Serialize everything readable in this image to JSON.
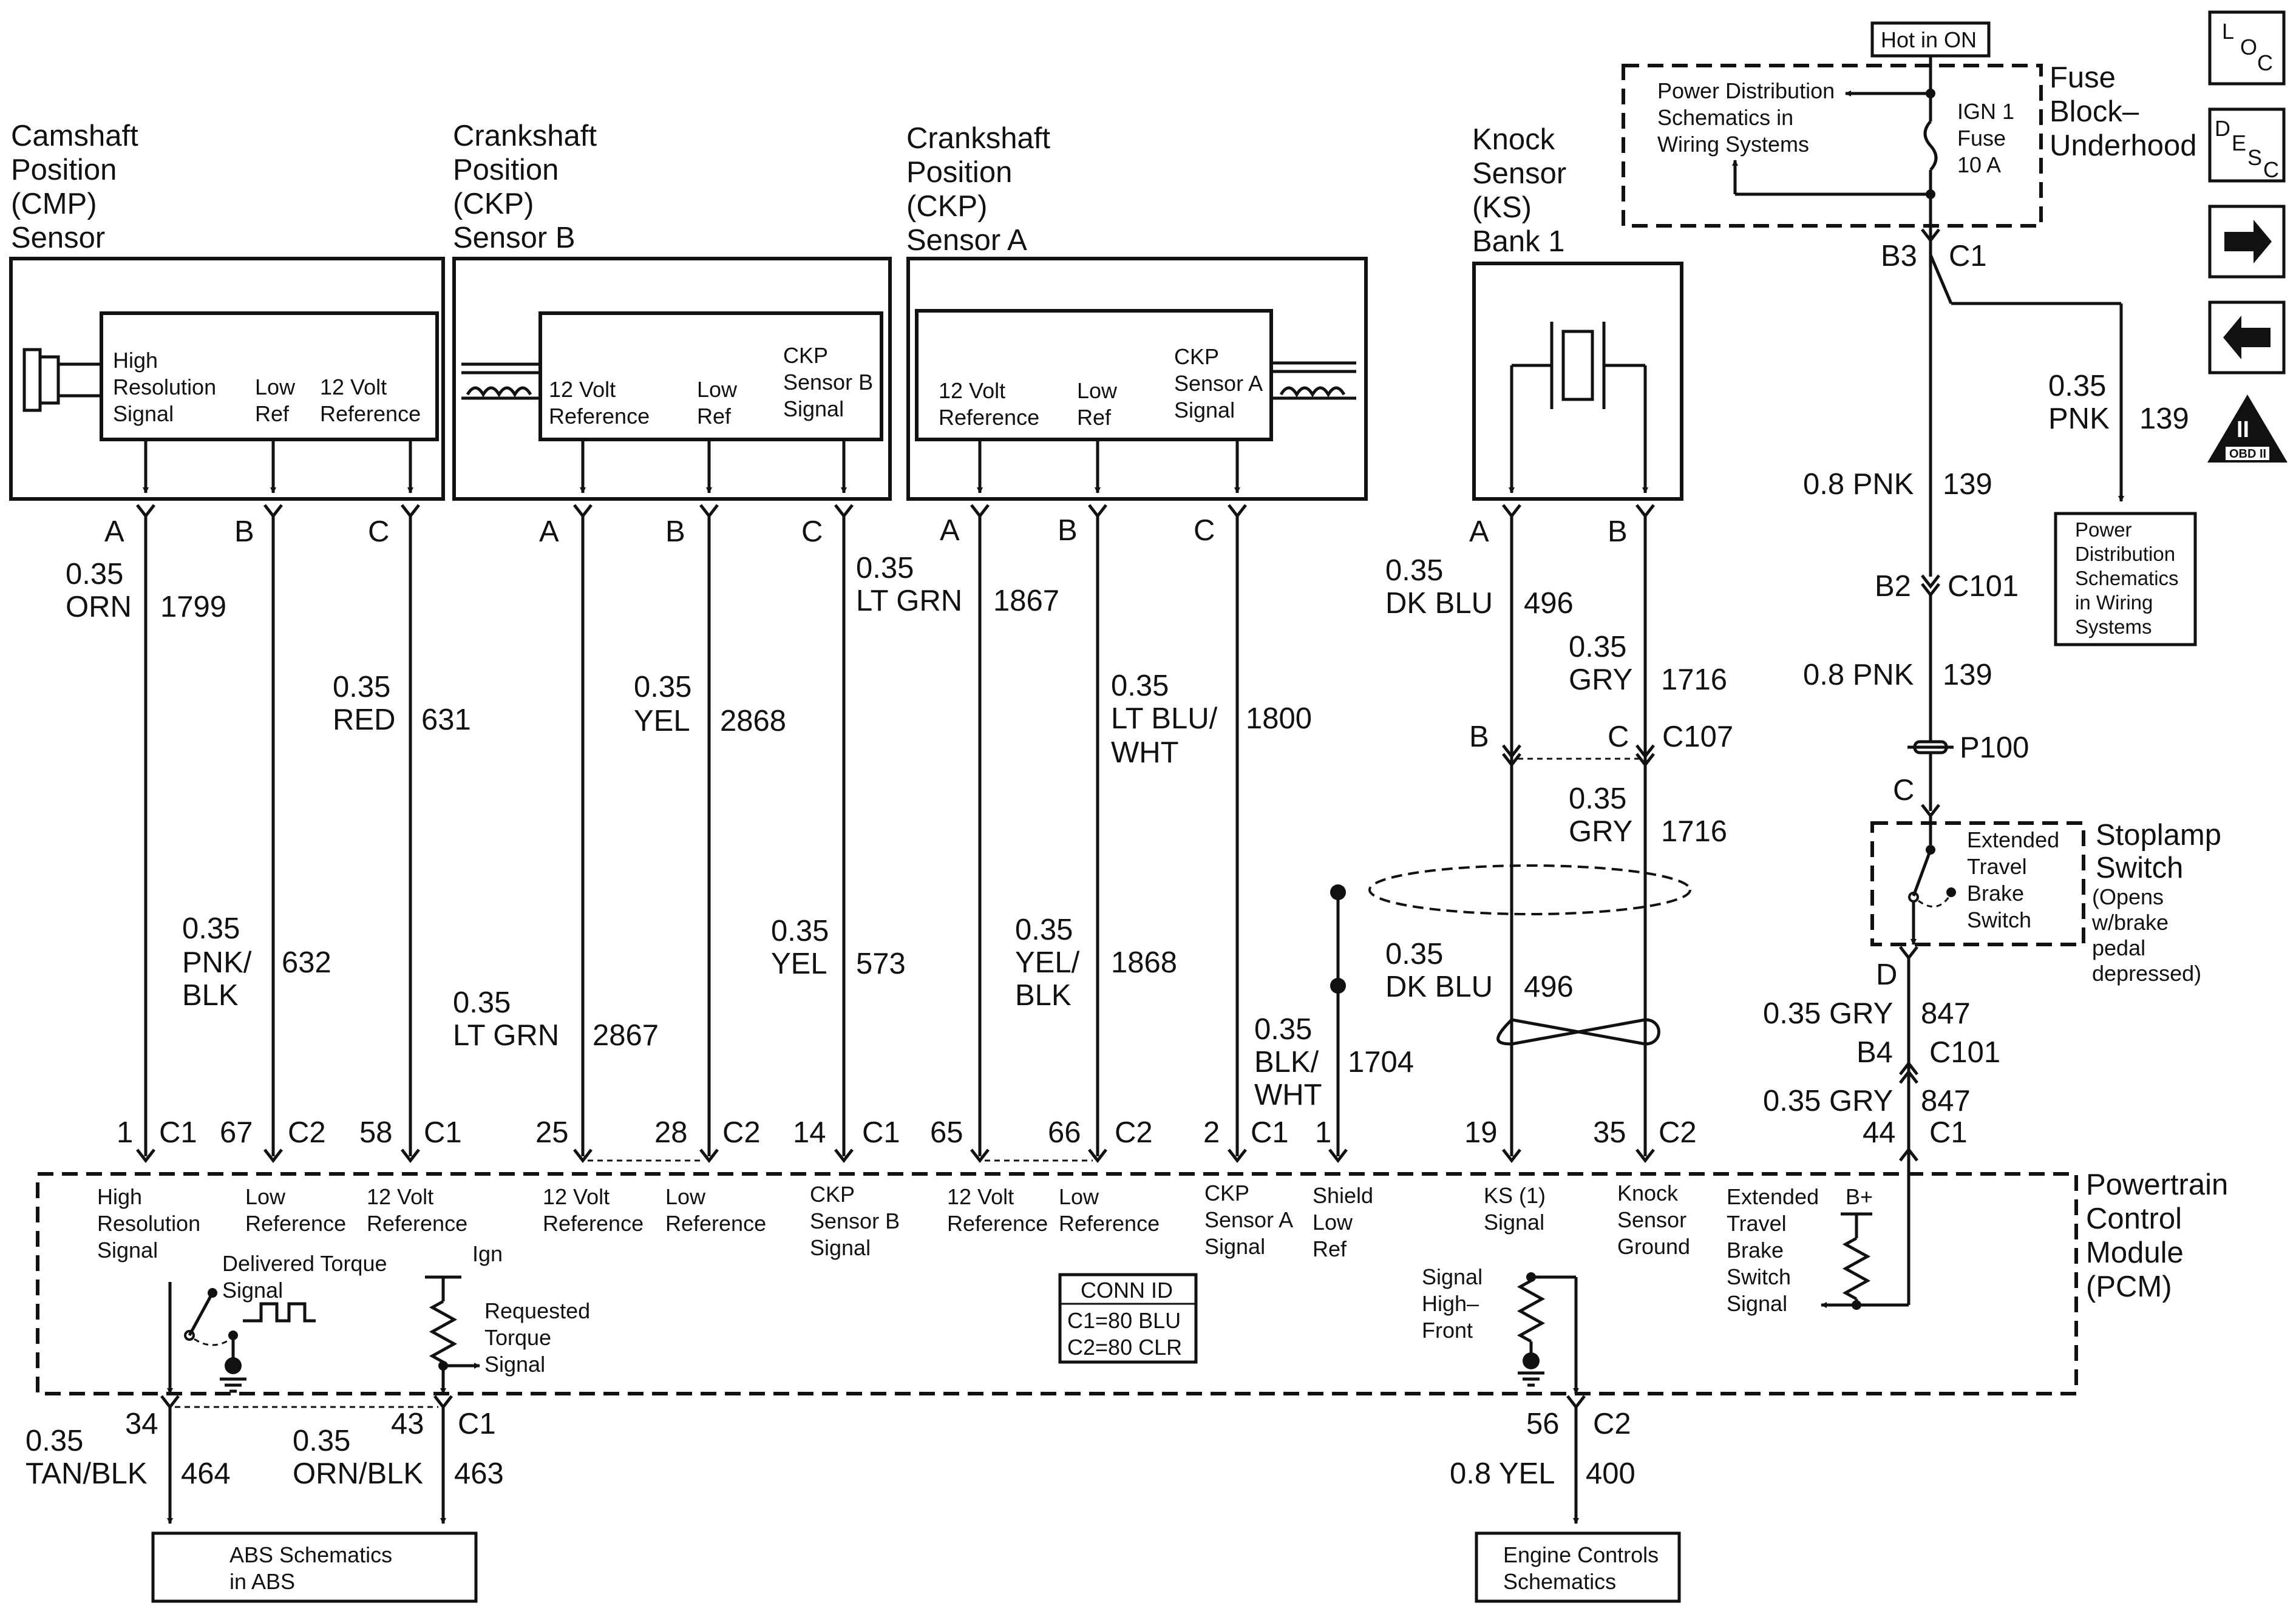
{
  "titles": {
    "cmp": [
      "Camshaft",
      "Position",
      "(CMP)",
      "Sensor"
    ],
    "ckpb": [
      "Crankshaft",
      "Position",
      "(CKP)",
      "Sensor B"
    ],
    "ckpa": [
      "Crankshaft",
      "Position",
      "(CKP)",
      "Sensor A"
    ],
    "ks": [
      "Knock",
      "Sensor",
      "(KS)",
      "Bank 1"
    ],
    "fuse_block": [
      "Fuse",
      "Block–",
      "Underhood"
    ],
    "stoplamp": [
      "Stoplamp",
      "Switch"
    ],
    "stoplamp_note": [
      "(Opens",
      "w/brake",
      "pedal",
      "depressed)"
    ],
    "pcm": [
      "Powertrain",
      "Control",
      "Module",
      "(PCM)"
    ]
  },
  "hot_in_on": "Hot in ON",
  "nav": {
    "loc": {
      "a": "L",
      "b": "O",
      "c": "C"
    },
    "desc": {
      "a": "D",
      "b": "E",
      "c": "S",
      "d": "C"
    },
    "obd": {
      "top": "II",
      "bottom": "OBD II"
    }
  },
  "fuse": {
    "label": [
      "IGN 1",
      "Fuse",
      "10 A"
    ],
    "pds": [
      "Power Distribution",
      "Schematics in",
      "Wiring Systems"
    ]
  },
  "sensor_pins": {
    "cmp": [
      [
        "High",
        "Resolution",
        "Signal"
      ],
      [
        "Low",
        "Ref"
      ],
      [
        "12 Volt",
        "Reference"
      ]
    ],
    "ckpb": [
      [
        "12 Volt",
        "Reference"
      ],
      [
        "Low",
        "Ref"
      ],
      [
        "CKP",
        "Sensor B",
        "Signal"
      ]
    ],
    "ckpa": [
      [
        "12 Volt",
        "Reference"
      ],
      [
        "Low",
        "Ref"
      ],
      [
        "CKP",
        "Sensor A",
        "Signal"
      ]
    ]
  },
  "wires": {
    "cmp_a": {
      "pin": "A",
      "size": "0.35",
      "color": "ORN",
      "circuit": "1799"
    },
    "cmp_b": {
      "pin": "B",
      "size": "0.35",
      "color": [
        "PNK/",
        "BLK"
      ],
      "circuit": "632"
    },
    "cmp_c": {
      "pin": "C",
      "size": "0.35",
      "color": "RED",
      "circuit": "631"
    },
    "ckpb_a": {
      "pin": "A",
      "size": "0.35",
      "color": "LT GRN",
      "circuit": "2867"
    },
    "ckpb_b": {
      "pin": "B",
      "size": "0.35",
      "color": "YEL",
      "circuit": "2868"
    },
    "ckpb_c": {
      "pin": "C",
      "size": "0.35",
      "color": "YEL",
      "circuit": "573"
    },
    "ckpa_a": {
      "pin": "A",
      "size": "0.35",
      "color": "LT GRN",
      "circuit": "1867"
    },
    "ckpa_b": {
      "pin": "B",
      "size": "0.35",
      "color": [
        "YEL/",
        "BLK"
      ],
      "circuit": "1868"
    },
    "ckpa_c": {
      "pin": "C",
      "size": "0.35",
      "color": [
        "LT BLU/",
        "WHT"
      ],
      "circuit": "1800"
    },
    "ks_a": {
      "pin": "A",
      "size": "0.35",
      "color": "DK BLU",
      "circuit": "496"
    },
    "ks_b": {
      "pin": "B",
      "size": "0.35",
      "color": "GRY",
      "circuit": "1716"
    },
    "ks_a2": {
      "size": "0.35",
      "color": "DK BLU",
      "circuit": "496"
    },
    "ks_b2": {
      "size": "0.35",
      "color": "GRY",
      "circuit": "1716"
    },
    "shield": {
      "size": "0.35",
      "color": [
        "BLK/",
        "WHT"
      ],
      "circuit": "1704"
    },
    "pnk_branch": {
      "size": "0.35",
      "color": "PNK",
      "circuit": "139"
    },
    "pnk_1": {
      "text": "0.8 PNK",
      "circuit": "139"
    },
    "pnk_2": {
      "text": "0.8 PNK",
      "circuit": "139"
    },
    "gry_1": {
      "text": "0.35 GRY",
      "circuit": "847"
    },
    "gry_2": {
      "text": "0.35 GRY",
      "circuit": "847"
    },
    "tan": {
      "size": "0.35",
      "color": "TAN/BLK",
      "circuit": "464"
    },
    "orn_blk": {
      "size": "0.35",
      "color": "ORN/BLK",
      "circuit": "463"
    },
    "yel_08": {
      "text": "0.8 YEL",
      "circuit": "400"
    }
  },
  "connectors": {
    "b3": "B3",
    "c1_top": "C1",
    "b2": "B2",
    "c101_a": "C101",
    "ks_b": "B",
    "ks_c": "C",
    "c107": "C107",
    "p100": "P100",
    "c": "C",
    "d": "D",
    "b4": "B4",
    "c101_b": "C101",
    "pcm_pins": [
      {
        "pin": "1",
        "conn": "C1"
      },
      {
        "pin": "67",
        "conn": "C2"
      },
      {
        "pin": "58",
        "conn": "C1"
      },
      {
        "pin": "25",
        "conn": ""
      },
      {
        "pin": "28",
        "conn": "C2"
      },
      {
        "pin": "14",
        "conn": "C1"
      },
      {
        "pin": "65",
        "conn": ""
      },
      {
        "pin": "66",
        "conn": "C2"
      },
      {
        "pin": "2",
        "conn": "C1"
      },
      {
        "pin": "1",
        "conn": ""
      },
      {
        "pin": "19",
        "conn": ""
      },
      {
        "pin": "35",
        "conn": "C2"
      },
      {
        "pin": "44",
        "conn": "C1"
      }
    ],
    "bottom": [
      {
        "pin": "34",
        "conn": ""
      },
      {
        "pin": "43",
        "conn": "C1"
      },
      {
        "pin": "56",
        "conn": "C2"
      }
    ]
  },
  "pcm_labels": [
    [
      "High",
      "Resolution",
      "Signal"
    ],
    [
      "Low",
      "Reference"
    ],
    [
      "12 Volt",
      "Reference"
    ],
    [
      "12 Volt",
      "Reference"
    ],
    [
      "Low",
      "Reference"
    ],
    [
      "CKP",
      "Sensor B",
      "Signal"
    ],
    [
      "12 Volt",
      "Reference"
    ],
    [
      "Low",
      "Reference"
    ],
    [
      "CKP",
      "Sensor A",
      "Signal"
    ],
    [
      "Shield",
      "Low",
      "Ref"
    ],
    [
      "KS (1)",
      "Signal"
    ],
    [
      "Knock",
      "Sensor",
      "Ground"
    ],
    [
      "Extended",
      "Travel",
      "Brake",
      "Switch",
      "Signal"
    ]
  ],
  "pcm_internal": {
    "delivered": [
      "Delivered Torque",
      "Signal"
    ],
    "ign": "Ign",
    "requested": [
      "Requested",
      "Torque",
      "Signal"
    ],
    "signal_high": [
      "Signal",
      "High–",
      "Front"
    ],
    "b_plus": "B+"
  },
  "conn_id": {
    "title": "CONN ID",
    "lines": [
      "C1=80 BLU",
      "C2=80 CLR"
    ]
  },
  "extended_switch": [
    "Extended",
    "Travel",
    "Brake",
    "Switch"
  ],
  "pds_box": [
    "Power",
    "Distribution",
    "Schematics",
    "in Wiring",
    "Systems"
  ],
  "bottom_boxes": {
    "abs": [
      "ABS Schematics",
      "in ABS"
    ],
    "engine": [
      "Engine Controls",
      "Schematics"
    ]
  }
}
